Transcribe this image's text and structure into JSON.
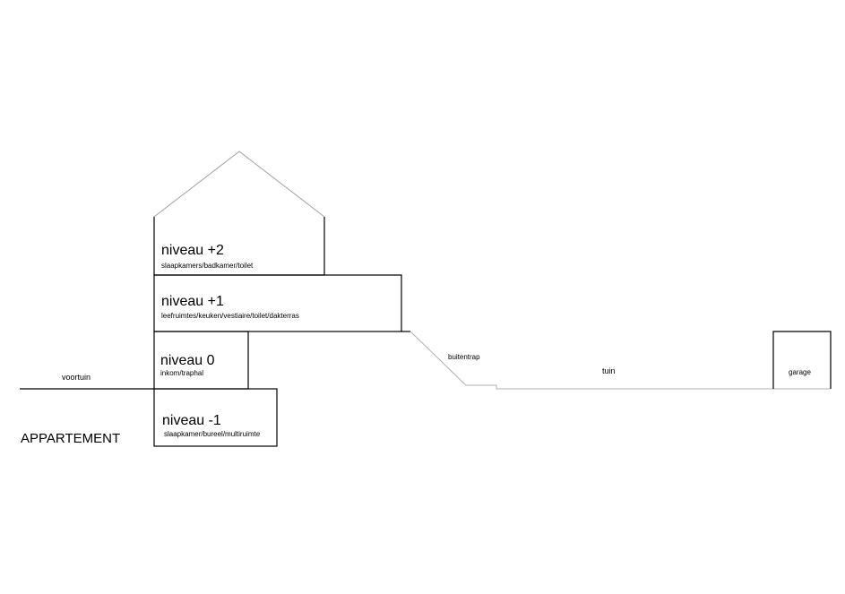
{
  "levels": [
    {
      "name": "niveau +2",
      "rooms": "slaapkamers/badkamer/toilet"
    },
    {
      "name": "niveau +1",
      "rooms": "leefruimtes/keuken/vestiaire/toilet/dakterras"
    },
    {
      "name": "niveau 0",
      "rooms": "inkom/traphal"
    },
    {
      "name": "niveau -1",
      "rooms": "slaapkamer/bureel/multiruimte"
    }
  ],
  "labels": {
    "voortuin": "voortuin",
    "appartement": "APPARTEMENT",
    "buitentrap": "buitentrap",
    "tuin": "tuin",
    "garage": "garage"
  },
  "colors": {
    "line": "#000000",
    "thin_line": "#b0b0b0"
  }
}
